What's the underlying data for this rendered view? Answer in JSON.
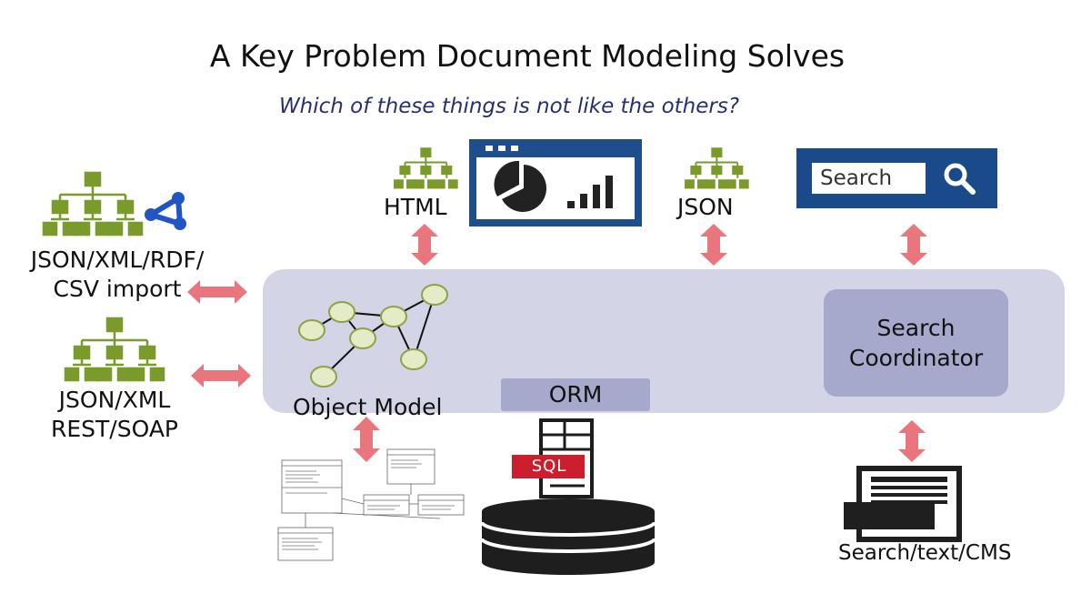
{
  "title": "A Key Problem Document Modeling Solves",
  "subtitle": "Which of these things is not like the others?",
  "labels": {
    "import_line1": "JSON/XML/RDF/",
    "import_line2": "CSV import",
    "rest_line1": "JSON/XML",
    "rest_line2": "REST/SOAP",
    "html": "HTML",
    "json": "JSON",
    "object_model": "Object Model",
    "orm": "ORM",
    "coordinator_line1": "Search",
    "coordinator_line2": "Coordinator",
    "search_button": "Search",
    "sql": "SQL",
    "search_text_cms": "Search/text/CMS"
  },
  "colors": {
    "tree_green": "#7a9a2b",
    "arrow_pink": "#e8767c",
    "band": "#d3d4e6",
    "box": "#a6a9cb",
    "navy": "#1f4e8c",
    "node_fill": "#e4ebc6",
    "node_stroke": "#8ea24a",
    "sql_red": "#cc1f2d",
    "subtitle": "#2a2f6b"
  },
  "icons": [
    "tree-hierarchy-icon",
    "network-graph-icon",
    "dashboard-chart-icon",
    "search-magnifier-icon",
    "database-icon",
    "sql-document-icon",
    "terminal-document-icon",
    "uml-diagram"
  ]
}
